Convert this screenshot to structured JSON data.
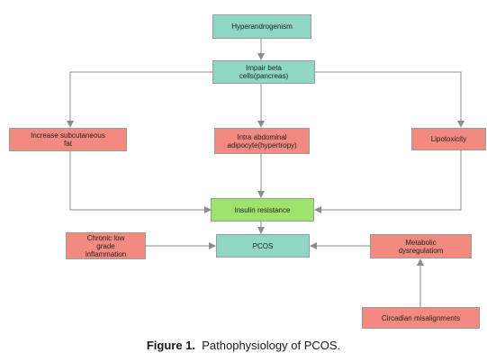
{
  "nodes": {
    "hyperandrogenism": "Hyperandrogenism",
    "impair_beta": "Impair beta\ncells(pancreas)",
    "subcutaneous_fat": "Increase subcutaneous\nfat",
    "intra_abdominal": "Intra abdominal\nadipocyte(hypertropy)",
    "lipotoxicity": "Lipotoxicity",
    "insulin_resistance": "Insulin resistance",
    "chronic_inflammation": "Chronic low\ngrade\ninflammation",
    "pcos": "PCOS",
    "metabolic_dysregulation": "Metabolic\ndysregulatiom",
    "circadian": "Circadian misalignments"
  },
  "colors": {
    "teal": "#8fd6c4",
    "red": "#f38a80",
    "green": "#9fe36f",
    "arrow": "#8c8c8c"
  },
  "caption": {
    "label": "Figure 1.",
    "text": "Pathophysiology of PCOS."
  }
}
